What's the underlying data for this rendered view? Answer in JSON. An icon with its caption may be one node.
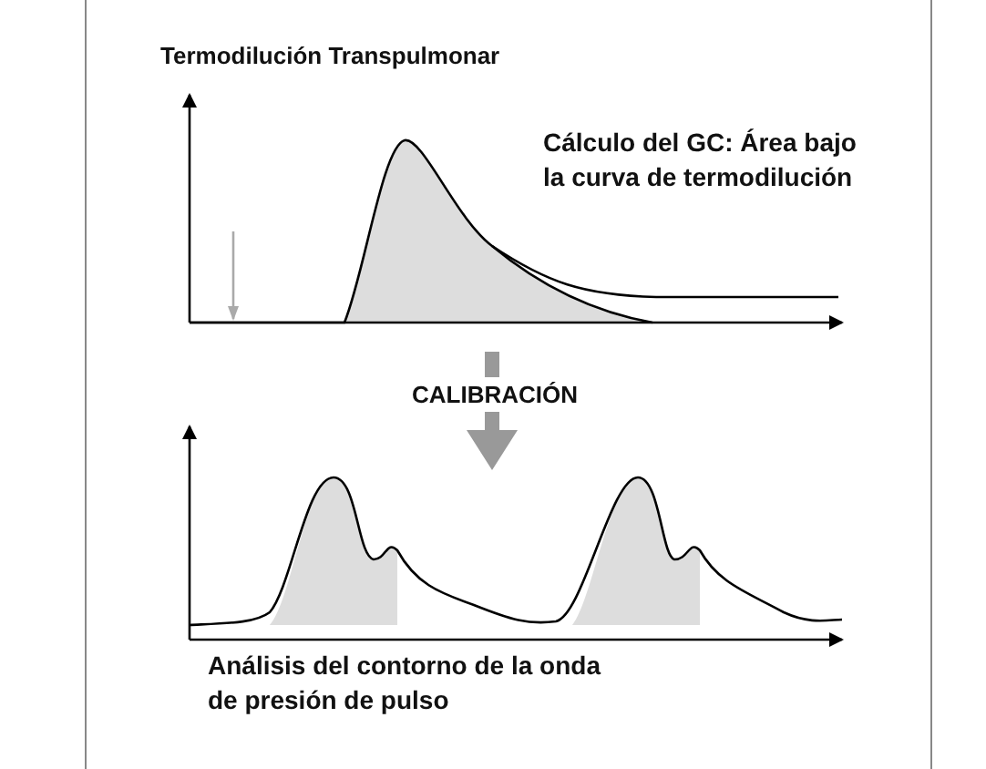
{
  "diagram": {
    "title": "Termodilución Transpulmonar",
    "labels": [
      "Cálculo del GC: Área bajo la curva de termodilución",
      "CALIBRACIÓN",
      "Análisis del contorno de la onda de presión de pulso"
    ]
  }
}
